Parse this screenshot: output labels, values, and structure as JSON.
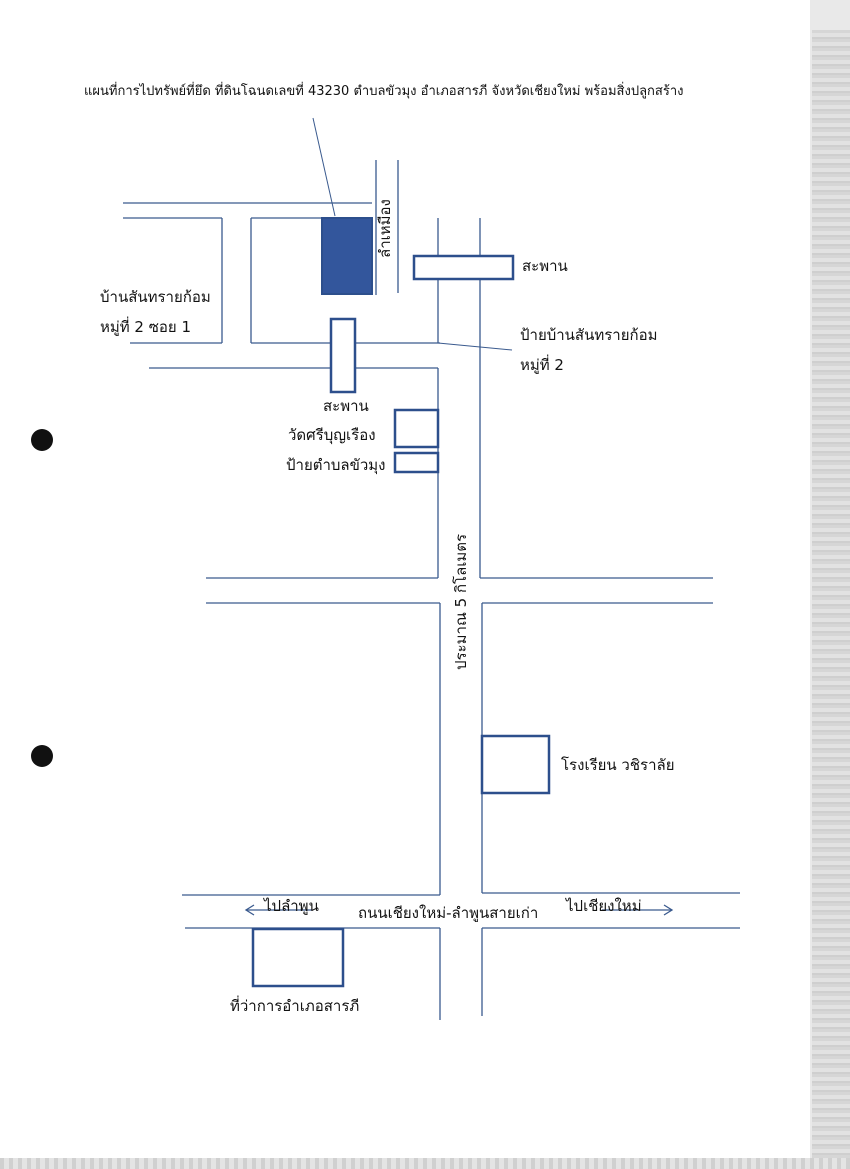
{
  "title": "แผนที่การไปทรัพย์ที่ยึด ที่ดินโฉนดเลขที่ 43230 ตำบลขัวมุง อำเภอสารภี จังหวัดเชียงใหม่ พร้อมสิ่งปลูกสร้าง",
  "labels": {
    "canal": "ลำเหมือง",
    "bridge_top": "สะพาน",
    "village_line1": "บ้านสันทรายก้อม",
    "village_line2": "หมู่ที่ 2 ซอย 1",
    "sign_village_line1": "ป้ายบ้านสันทรายก้อม",
    "sign_village_line2": "หมู่ที่ 2",
    "bridge_mid": "สะพาน",
    "temple": "วัดศรีบุญเรือง",
    "sign_subdistrict": "ป้ายตำบลขัวมุง",
    "distance": "ประมาณ 5 กิโลเมตร",
    "school": "โรงเรียน วชิราลัย",
    "to_lamphun": "ไปลำพูน",
    "main_road": "ถนนเชียงใหม่-ลำพูนสายเก่า",
    "to_chiangmai": "ไปเชียงใหม่",
    "district_office": "ที่ว่าการอำเภอสารภี"
  },
  "colors": {
    "road": "#3a5a8e",
    "parcel": "#33569c",
    "outline": "#2d4f8c"
  }
}
